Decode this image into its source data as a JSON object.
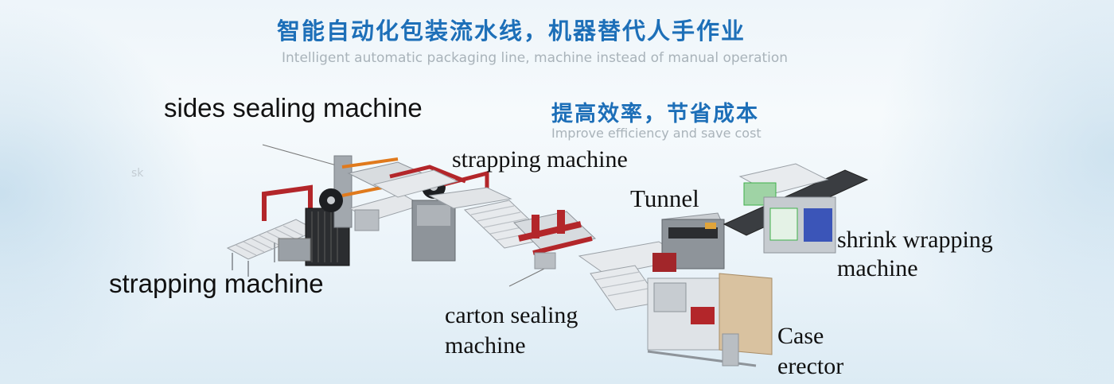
{
  "header": {
    "title_cn": "智能自动化包装流水线，机器替代人手作业",
    "title_en": "Intelligent automatic packaging line, machine instead of manual operation",
    "subtitle_cn": "提高效率，节省成本",
    "subtitle_en": "Improve efficiency and save cost"
  },
  "labels": {
    "sides_sealing": "sides sealing machine",
    "strapping_left": "strapping machine",
    "strapping_top": "strapping machine",
    "tunnel": "Tunnel",
    "shrink_wrapping": "shrink wrapping machine",
    "carton_sealing": "carton sealing machine",
    "case_erector": "Case erector"
  },
  "colors": {
    "accent_blue": "#1d6fb8",
    "machine_red": "#b3262a",
    "machine_gray": "#8e949a",
    "roller_light": "#dfe3e7",
    "shrink_green": "#3fb04a"
  }
}
